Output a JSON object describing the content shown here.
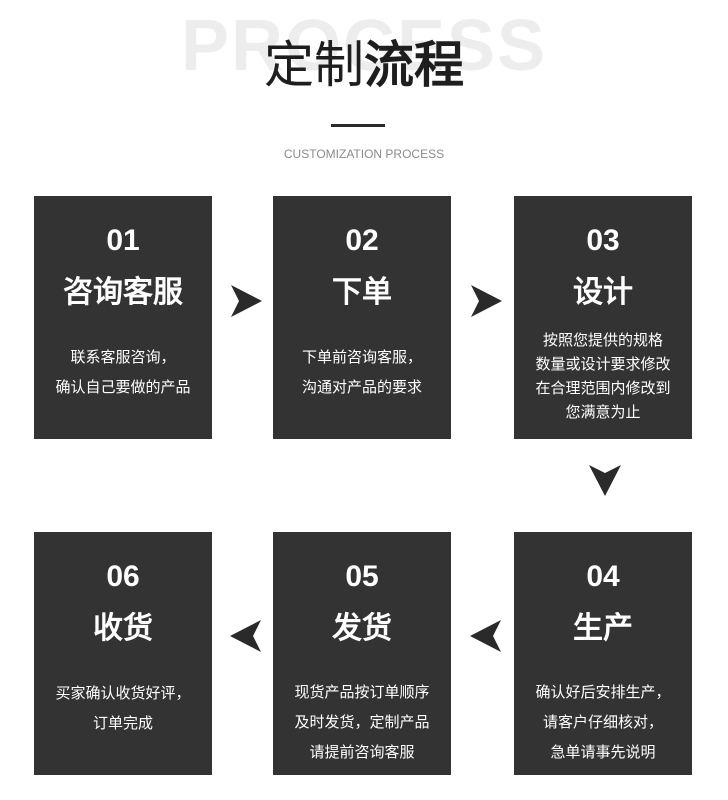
{
  "header": {
    "watermark": "PROCESS",
    "title_light": "定制",
    "title_bold": "流程",
    "subtitle": "CUSTOMIZATION PROCESS"
  },
  "steps": [
    {
      "num": "01",
      "name": "咨询客服",
      "lines": [
        "联系客服咨询，",
        "确认自己要做的产品"
      ]
    },
    {
      "num": "02",
      "name": "下单",
      "lines": [
        "下单前咨询客服，",
        "沟通对产品的要求"
      ]
    },
    {
      "num": "03",
      "name": "设计",
      "lines": [
        "按照您提供的规格",
        "数量或设计要求修改",
        "在合理范围内修改到",
        "您满意为止"
      ]
    },
    {
      "num": "04",
      "name": "生产",
      "lines": [
        "确认好后安排生产，",
        "请客户仔细核对，",
        "急单请事先说明"
      ]
    },
    {
      "num": "05",
      "name": "发货",
      "lines": [
        "现货产品按订单顺序",
        "及时发货，定制产品",
        "请提前咨询客服"
      ]
    },
    {
      "num": "06",
      "name": "收货",
      "lines": [
        "买家确认收货好评，",
        "订单完成"
      ]
    }
  ],
  "colors": {
    "card": "#333333",
    "arrow": "#2a2a2a"
  }
}
